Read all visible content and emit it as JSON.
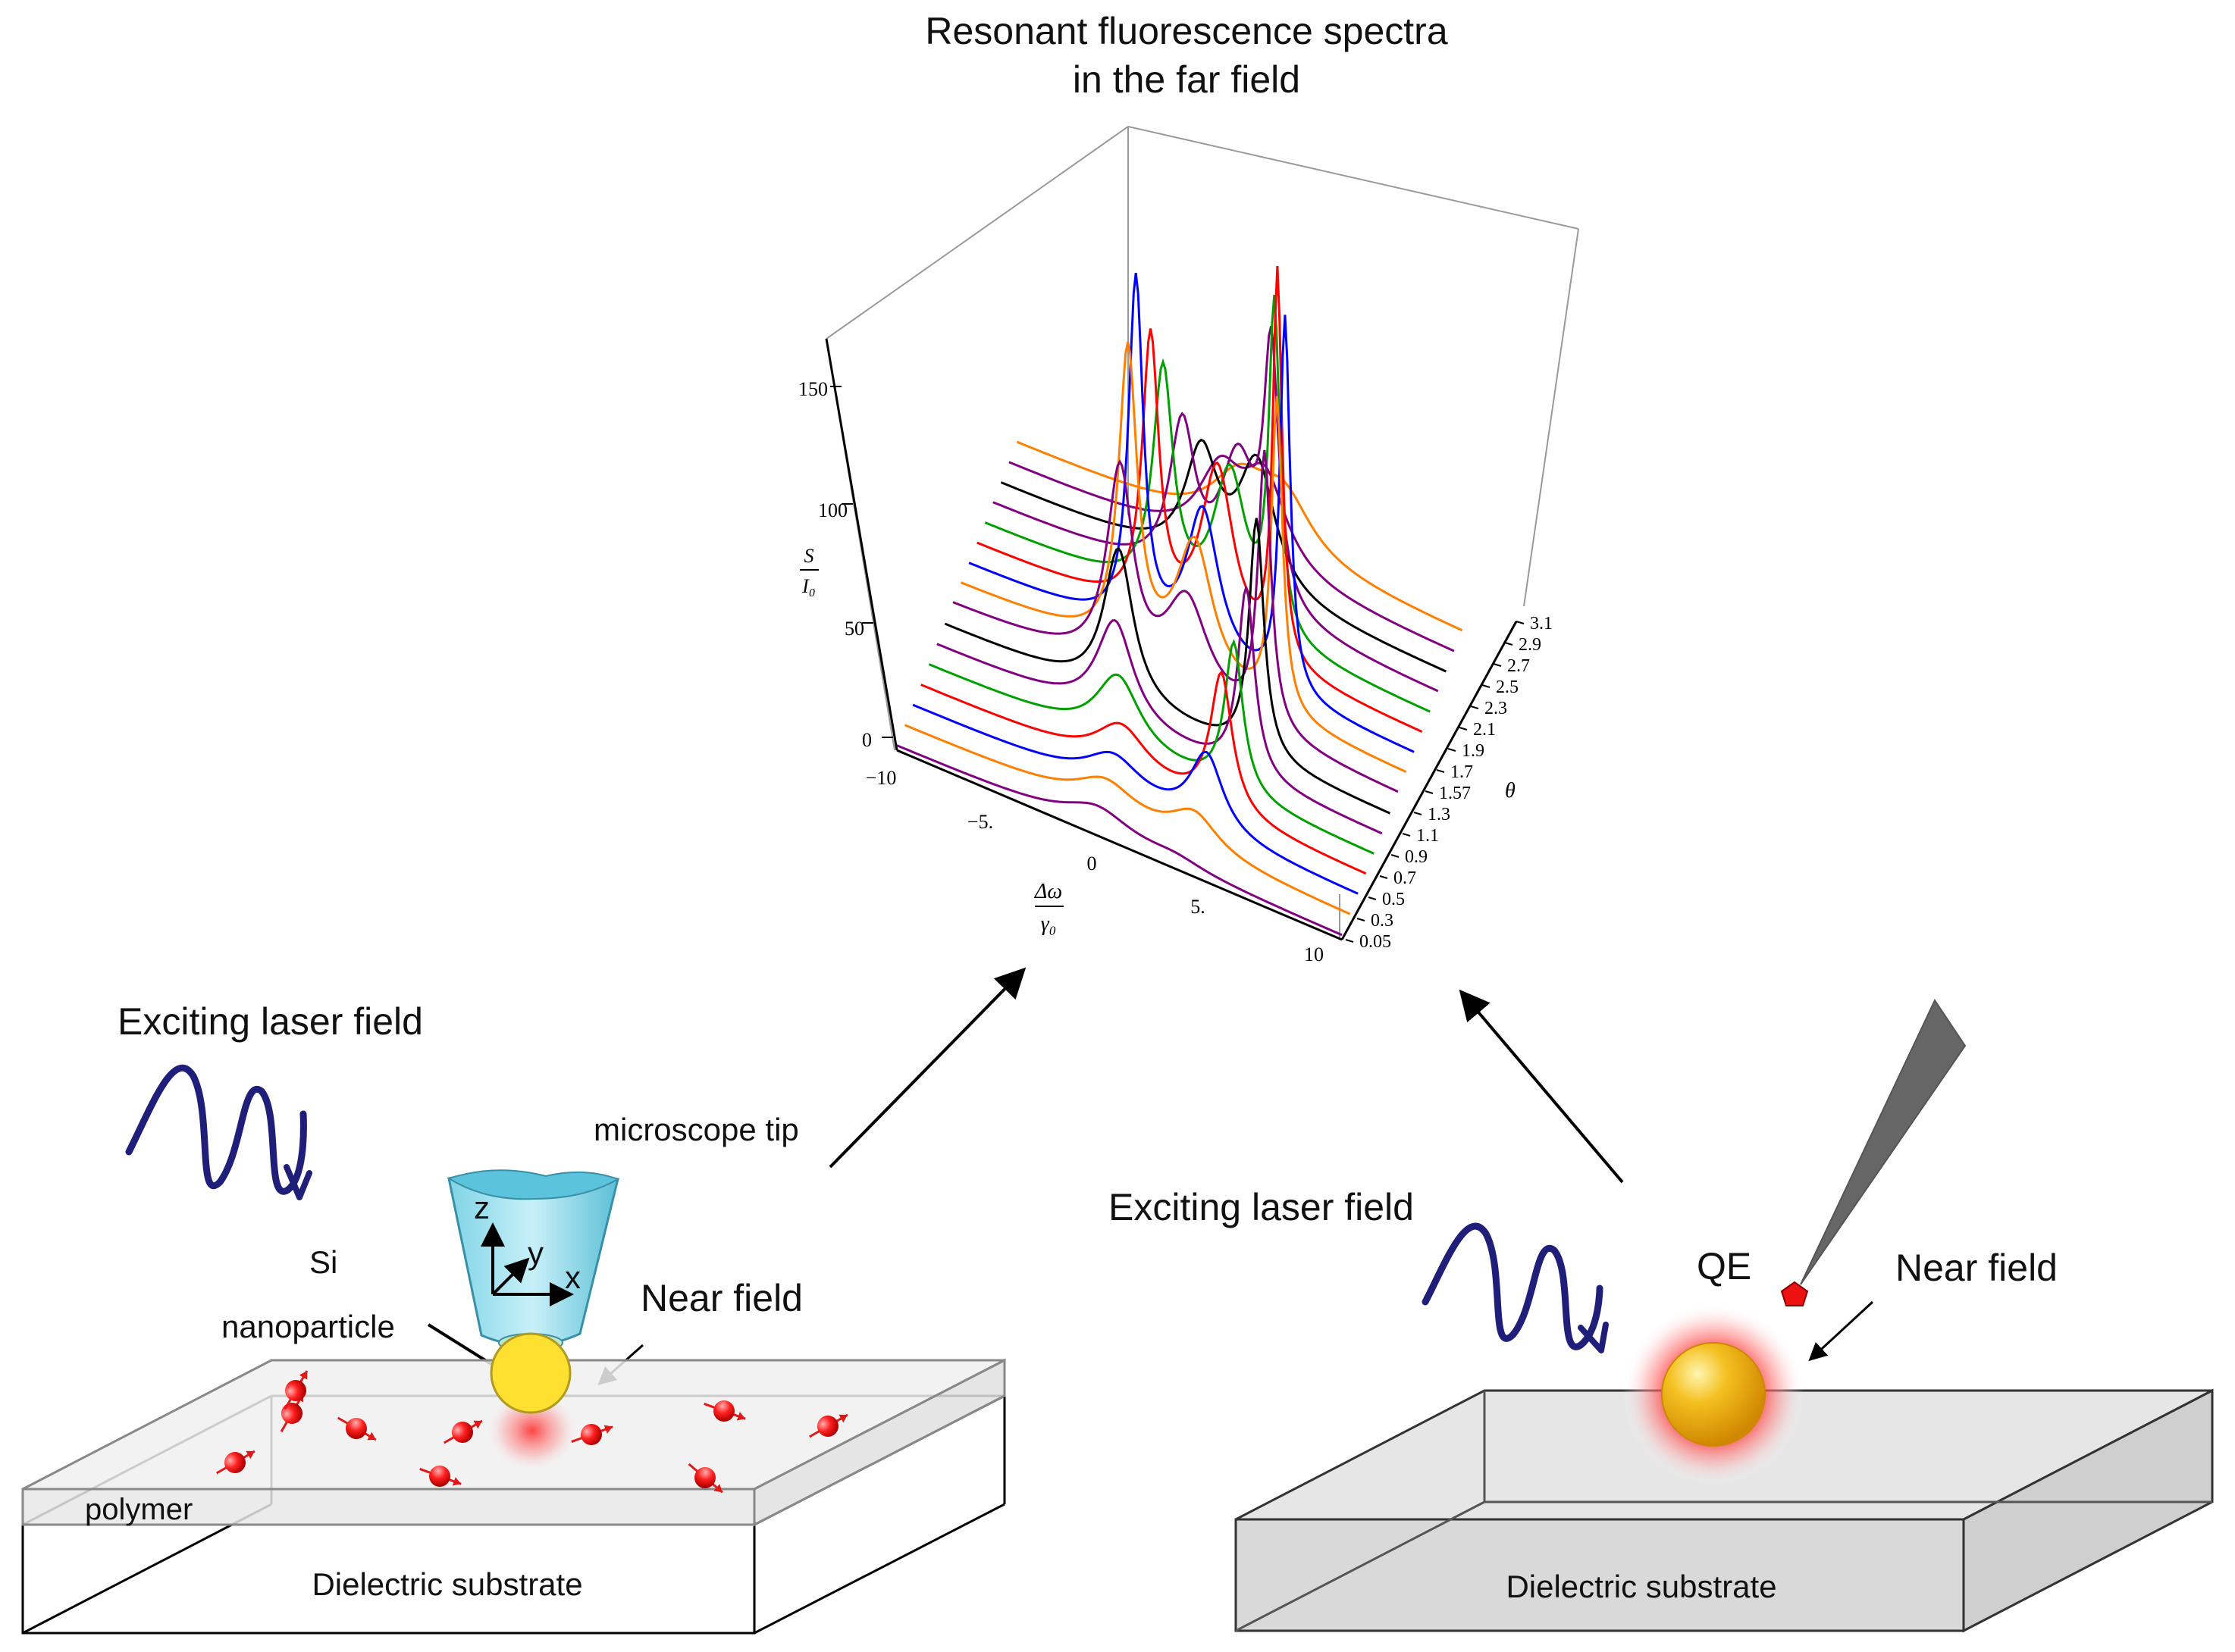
{
  "title_line1": "Resonant fluorescence spectra",
  "title_line2": "in the far field",
  "plot": {
    "z_ticks": [
      "0",
      "50",
      "100",
      "150"
    ],
    "z_label_num": "S",
    "z_label_den": "I₀",
    "x_ticks": [
      "−10",
      "−5.",
      "0",
      "5.",
      "10"
    ],
    "x_label_num": "Δω",
    "x_label_den": "γ₀",
    "theta_ticks": [
      "0.05",
      "0.3",
      "0.5",
      "0.7",
      "0.9",
      "1.1",
      "1.3",
      "1.57",
      "1.7",
      "1.9",
      "2.1",
      "2.3",
      "2.5",
      "2.7",
      "2.9",
      "3.1"
    ],
    "theta_label": "θ"
  },
  "left": {
    "laser_label": "Exciting laser field",
    "tip_label": "microscope tip",
    "si_label": "Si",
    "nanoparticle_label": "nanoparticle",
    "near_field_label": "Near field",
    "polymer_label": "polymer",
    "substrate_label": "Dielectric substrate",
    "axes": {
      "z": "z",
      "y": "y",
      "x": "x"
    }
  },
  "right": {
    "laser_label": "Exciting laser field",
    "qe_label": "QE",
    "near_field_label": "Near field",
    "substrate_label": "Dielectric substrate"
  },
  "colors": {
    "wave": "#1f1f7a",
    "dipole": "#e01818",
    "curve_cycle": [
      "#800080",
      "#ff8000",
      "#0000ff",
      "#ff0000",
      "#00a000",
      "#800080",
      "#000000"
    ]
  },
  "chart_data": {
    "type": "3d-line",
    "title": "Resonant fluorescence spectra in the far field",
    "xlabel": "Δω/γ₀",
    "ylabel": "θ",
    "zlabel": "S/I₀",
    "xlim": [
      -10,
      10
    ],
    "zlim": [
      0,
      170
    ],
    "theta": [
      0.05,
      0.3,
      0.5,
      0.7,
      0.9,
      1.1,
      1.3,
      1.57,
      1.7,
      1.9,
      2.1,
      2.3,
      2.5,
      2.7,
      2.9,
      3.1
    ],
    "series": [
      {
        "theta": 0.05,
        "peaks": [
          [
            -1,
            10,
            1.8
          ],
          [
            2.5,
            3,
            1.5
          ]
        ]
      },
      {
        "theta": 0.3,
        "peaks": [
          [
            -1,
            12,
            1.6
          ],
          [
            3,
            14,
            1.3
          ]
        ]
      },
      {
        "theta": 0.5,
        "peaks": [
          [
            -1,
            14,
            1.5
          ],
          [
            3.2,
            30,
            0.9
          ]
        ]
      },
      {
        "theta": 0.7,
        "peaks": [
          [
            -1,
            18,
            1.4
          ],
          [
            3.5,
            55,
            0.6
          ]
        ]
      },
      {
        "theta": 0.9,
        "peaks": [
          [
            -1.5,
            28,
            1.2
          ],
          [
            3.7,
            60,
            0.5
          ]
        ]
      },
      {
        "theta": 1.1,
        "peaks": [
          [
            -2,
            40,
            1.0
          ],
          [
            3.9,
            75,
            0.45
          ]
        ]
      },
      {
        "theta": 1.3,
        "peaks": [
          [
            -2.2,
            60,
            0.8
          ],
          [
            4,
            95,
            0.4
          ]
        ]
      },
      {
        "theta": 1.57,
        "peaks": [
          [
            -2.5,
            80,
            0.7
          ],
          [
            0.5,
            40,
            1.2
          ],
          [
            4,
            110,
            0.35
          ]
        ]
      },
      {
        "theta": 1.7,
        "peaks": [
          [
            -2.5,
            120,
            0.5
          ],
          [
            0.5,
            55,
            1.0
          ],
          [
            4.2,
            125,
            0.3
          ]
        ]
      },
      {
        "theta": 1.9,
        "peaks": [
          [
            -2.5,
            140,
            0.4
          ],
          [
            0.5,
            60,
            0.9
          ],
          [
            4.2,
            150,
            0.28
          ]
        ]
      },
      {
        "theta": 2.1,
        "peaks": [
          [
            -2.2,
            110,
            0.45
          ],
          [
            0.8,
            70,
            0.9
          ],
          [
            3.5,
            155,
            0.25
          ]
        ]
      },
      {
        "theta": 2.3,
        "peaks": [
          [
            -2,
            90,
            0.55
          ],
          [
            1,
            60,
            0.9
          ],
          [
            3,
            130,
            0.3
          ]
        ]
      },
      {
        "theta": 2.5,
        "peaks": [
          [
            -1.5,
            60,
            0.7
          ],
          [
            1,
            55,
            1.0
          ],
          [
            2.5,
            100,
            0.4
          ]
        ]
      },
      {
        "theta": 2.7,
        "peaks": [
          [
            -1,
            45,
            0.9
          ],
          [
            1.5,
            50,
            1.0
          ]
        ]
      },
      {
        "theta": 2.9,
        "peaks": [
          [
            -0.5,
            30,
            1.2
          ],
          [
            1.5,
            35,
            1.2
          ]
        ]
      },
      {
        "theta": 3.1,
        "peaks": [
          [
            0,
            22,
            1.6
          ],
          [
            2,
            22,
            1.5
          ]
        ]
      }
    ]
  }
}
